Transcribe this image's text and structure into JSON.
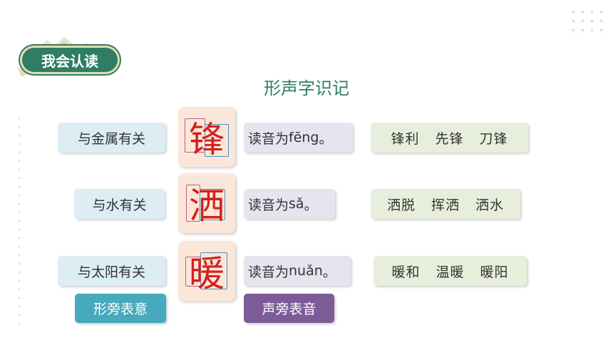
{
  "badge": {
    "label": "我会认读"
  },
  "title": "形声字识记",
  "rows": [
    {
      "meaning": "与金属有关",
      "character": "锋",
      "reading_prefix": "读音为",
      "pinyin": "fēng",
      "reading_suffix": "。",
      "words": [
        "锋利",
        "先锋",
        "刀锋"
      ]
    },
    {
      "meaning": "与水有关",
      "character": "洒",
      "reading_prefix": "读音为",
      "pinyin": "sǎ",
      "reading_suffix": "。",
      "words": [
        "洒脱",
        "挥洒",
        "洒水"
      ]
    },
    {
      "meaning": "与太阳有关",
      "character": "暖",
      "reading_prefix": "读音为",
      "pinyin": "nuǎn",
      "reading_suffix": "。",
      "words": [
        "暖和",
        "温暖",
        "暖阳"
      ]
    }
  ],
  "legend": {
    "form_side": "形旁表意",
    "sound_side": "声旁表音"
  },
  "colors": {
    "accent_green": "#2e7d64",
    "character_red": "#d42020",
    "form_side_teal": "#47a9bd",
    "sound_side_purple": "#7c5c96"
  }
}
